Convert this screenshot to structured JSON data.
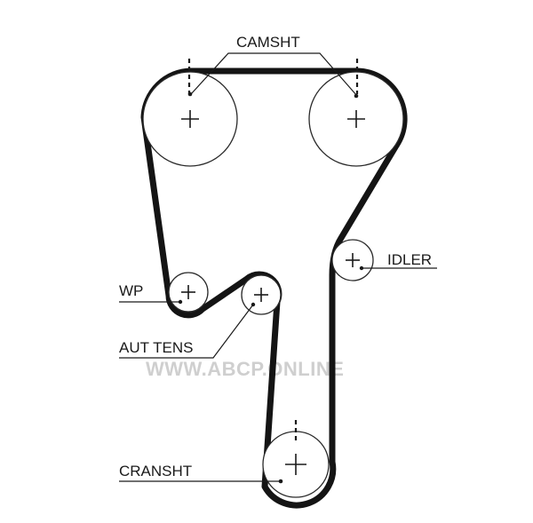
{
  "diagram": {
    "labels": {
      "camshaft": "CAMSHT",
      "idler": "IDLER",
      "water_pump": "WP",
      "auto_tensioner": "AUT TENS",
      "crankshaft": "CRANSHT"
    },
    "watermark": "WWW.ABCP.ONLINE",
    "colors": {
      "belt": "#141414",
      "line": "#1a1a1a",
      "watermark": "#cfcfcf",
      "background": "#ffffff"
    }
  }
}
